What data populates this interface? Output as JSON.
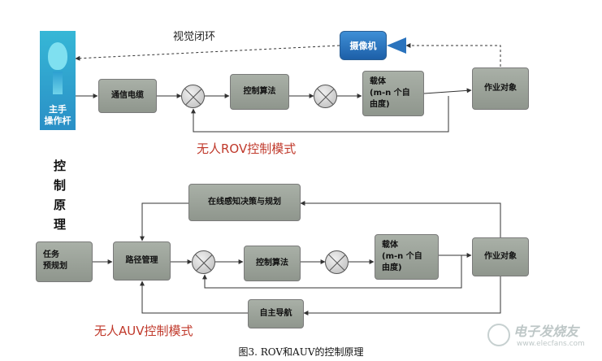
{
  "labels": {
    "visual_loop": "视觉闭环",
    "camera": "摄像机",
    "operator_line1": "主手",
    "operator_line2": "操作杆",
    "comm_cable": "通信电缆",
    "control_algo": "控制算法",
    "carrier": "载体\n(m-n 个自\n由度)",
    "work_object": "作业对象",
    "rov_mode": "无人ROV控制模式",
    "vertical_title": "控制原理",
    "online_decision": "在线感知决策与规划",
    "task_planning": "任务\n预规划",
    "path_mgmt": "路径管理",
    "control_algo_2": "控制算法",
    "carrier_2": "载体\n(m-n 个自\n由度)",
    "work_object_2": "作业对象",
    "auto_nav": "自主导航",
    "auv_mode": "无人AUV控制模式",
    "caption": "图3. ROV和AUV的控制原理",
    "watermark_title": "电子发烧友",
    "watermark_url": "www.elecfans.com"
  },
  "colors": {
    "box_fill": "#9aa198",
    "mode_label": "#c0392b",
    "camera": "#2a73bd",
    "operator": "#2fa8d3"
  }
}
